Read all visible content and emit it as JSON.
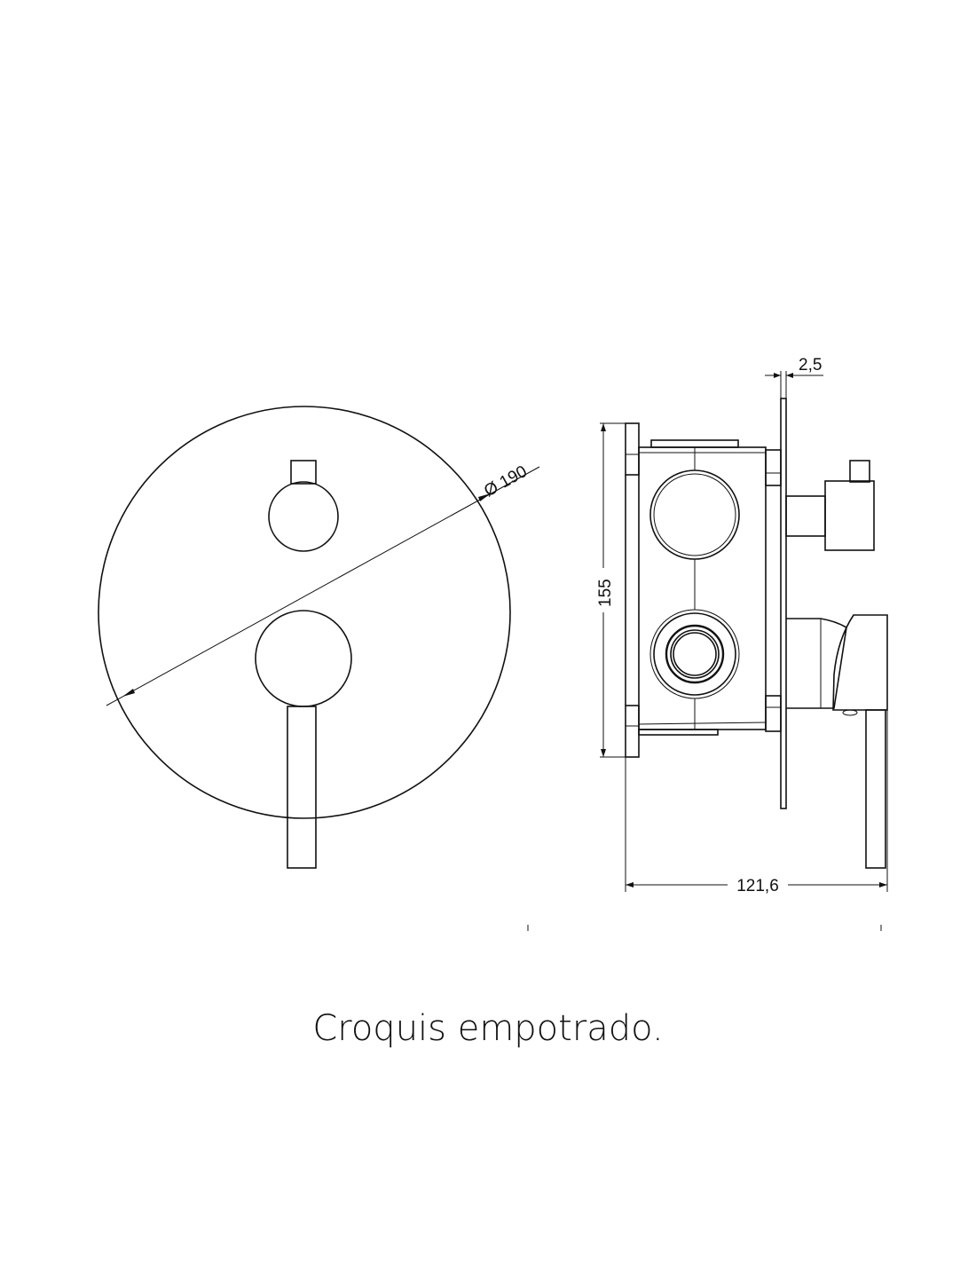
{
  "drawing": {
    "front_view": {
      "diameter_label": "Ø 190"
    },
    "side_view": {
      "plate_thickness_label": "2,5",
      "height_label": "155",
      "depth_label": "121,6"
    }
  },
  "caption": "Croquis empotrado.",
  "colors": {
    "line": "#111111",
    "background": "#ffffff"
  }
}
